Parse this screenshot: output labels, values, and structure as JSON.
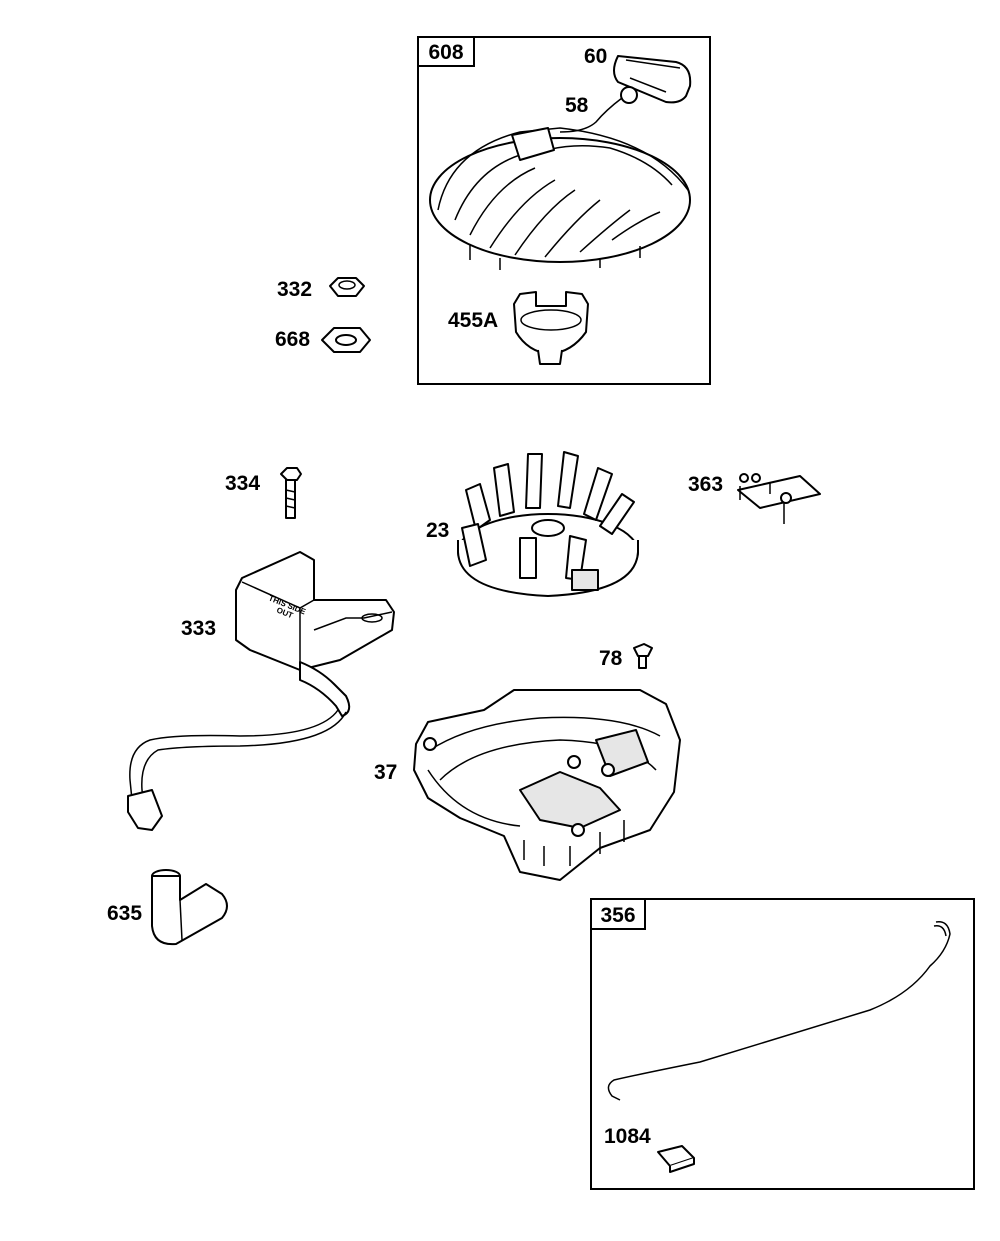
{
  "kits": [
    {
      "id": "608"
    },
    {
      "id": "356"
    }
  ],
  "parts": [
    {
      "id": "60"
    },
    {
      "id": "58"
    },
    {
      "id": "455A"
    },
    {
      "id": "332"
    },
    {
      "id": "668"
    },
    {
      "id": "334"
    },
    {
      "id": "23"
    },
    {
      "id": "363"
    },
    {
      "id": "333"
    },
    {
      "id": "78"
    },
    {
      "id": "37"
    },
    {
      "id": "635"
    },
    {
      "id": "1084"
    }
  ],
  "coil_text": {
    "line1": "THIS SIDE",
    "line2": "OUT"
  }
}
